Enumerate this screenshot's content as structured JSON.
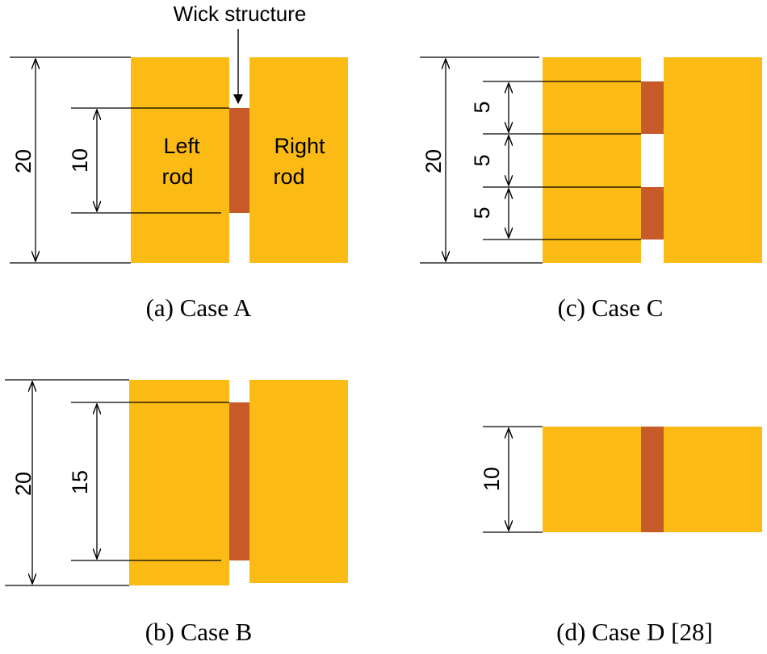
{
  "colors": {
    "rod": "#FCBB14",
    "wick": "#C65A28",
    "line": "#000000",
    "background": "#FFFFFF"
  },
  "annotation": {
    "wick_label": "Wick structure"
  },
  "case_a": {
    "caption": "(a) Case A",
    "dim_total": "20",
    "dim_wick": "10",
    "left_rod_line1": "Left",
    "left_rod_line2": "rod",
    "right_rod_line1": "Right",
    "right_rod_line2": "rod"
  },
  "case_b": {
    "caption": "(b) Case B",
    "dim_total": "20",
    "dim_wick": "15"
  },
  "case_c": {
    "caption": "(c) Case C",
    "dim_total": "20",
    "dim_seg1": "5",
    "dim_seg2": "5",
    "dim_seg3": "5"
  },
  "case_d": {
    "caption": "(d) Case D [28]",
    "dim_wick": "10"
  }
}
